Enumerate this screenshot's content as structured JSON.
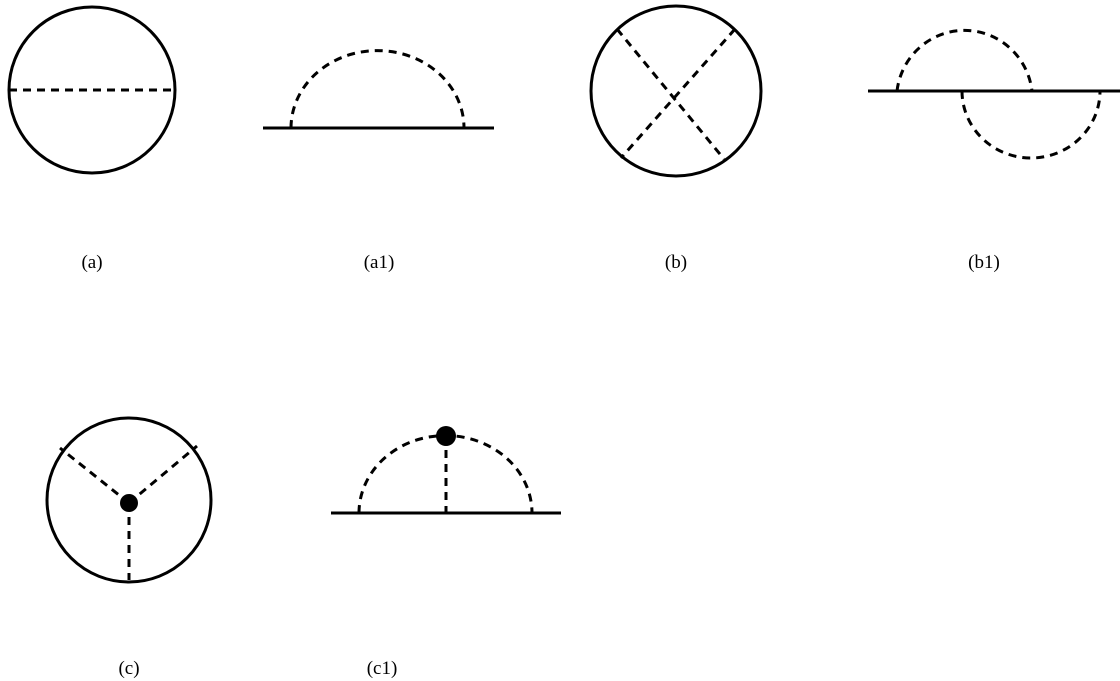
{
  "labels": {
    "a": "(a)",
    "a1": "(a1)",
    "b": "(b)",
    "b1": "(b1)",
    "c": "(c)",
    "c1": "(c1)"
  }
}
